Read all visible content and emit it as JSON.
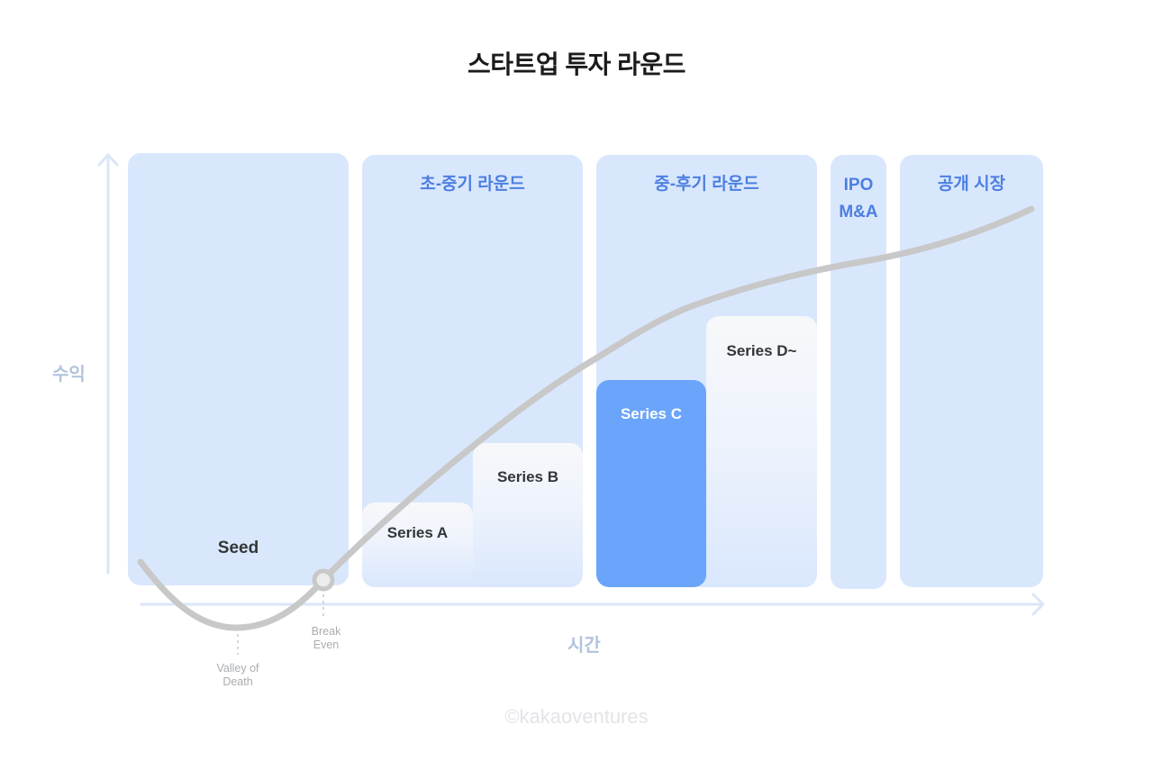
{
  "title": "스타트업 투자 라운드",
  "axes": {
    "y_label": "수익",
    "x_label": "시간"
  },
  "panels": [
    {
      "id": "seed",
      "label": ""
    },
    {
      "id": "early-mid",
      "label": "초-중기 라운드"
    },
    {
      "id": "mid-late",
      "label": "중-후기 라운드"
    },
    {
      "id": "ipo-ma",
      "label_line1": "IPO",
      "label_line2": "M&A"
    },
    {
      "id": "public-market",
      "label": "공개 시장"
    }
  ],
  "stages": {
    "seed": "Seed",
    "series_a": "Series A",
    "series_b": "Series B",
    "series_c": "Series C",
    "series_d": "Series D~"
  },
  "annotations": {
    "break_even_line1": "Break",
    "break_even_line2": "Even",
    "valley_line1": "Valley of",
    "valley_line2": "Death"
  },
  "credit": "©kakaoventures",
  "colors": {
    "panel_bg": "#d9e7fd",
    "panel_label": "#4d7fe0",
    "series_c_highlight": "#6aa5fb",
    "curve": "#c8c8c8",
    "axis": "#dbe6f8",
    "axis_label": "#b2c3dc"
  },
  "chart_data": {
    "type": "line",
    "title": "스타트업 투자 라운드",
    "xlabel": "시간",
    "ylabel": "수익",
    "description": "J-curve of startup revenue over time across investment rounds",
    "phases": [
      "Seed",
      "초-중기 라운드 (Series A, Series B)",
      "중-후기 라운드 (Series C, Series D~)",
      "IPO / M&A",
      "공개 시장"
    ],
    "step_heights_relative": {
      "Series A": 1,
      "Series B": 1.7,
      "Series C": 2.4,
      "Series D~": 3.1
    },
    "highlighted_stage": "Series C",
    "annotations": [
      "Valley of Death",
      "Break Even"
    ],
    "grid": false,
    "legend": "none"
  }
}
